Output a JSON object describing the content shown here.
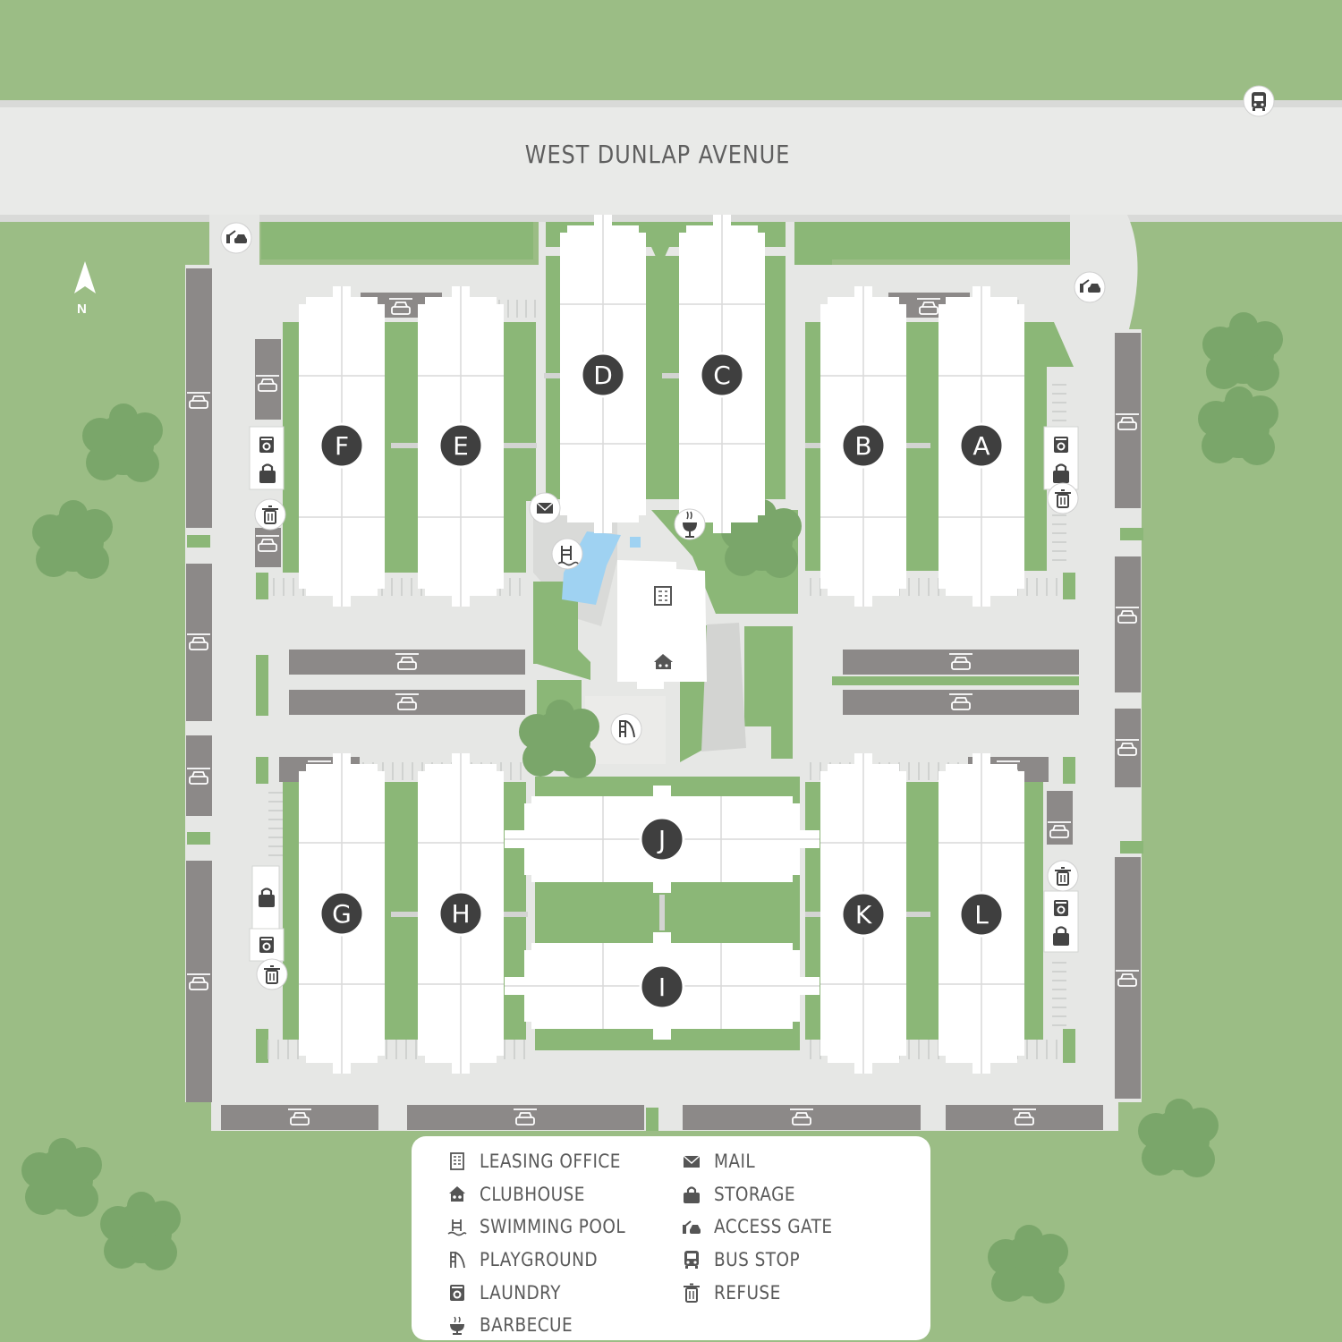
{
  "street": {
    "name": "WEST DUNLAP AVENUE"
  },
  "compass": {
    "label": "N"
  },
  "buildings": [
    {
      "label": "A"
    },
    {
      "label": "B"
    },
    {
      "label": "C"
    },
    {
      "label": "D"
    },
    {
      "label": "E"
    },
    {
      "label": "F"
    },
    {
      "label": "G"
    },
    {
      "label": "H"
    },
    {
      "label": "I"
    },
    {
      "label": "J"
    },
    {
      "label": "K"
    },
    {
      "label": "L"
    }
  ],
  "amenities": {
    "leasing_office": "leasing-office-icon",
    "clubhouse": "clubhouse-icon",
    "pool": "swimming-pool-icon",
    "playground": "playground-icon",
    "barbecue": "barbecue-icon",
    "mail": "mail-icon",
    "bus_stop": "bus-stop-icon"
  },
  "legend": {
    "left": [
      {
        "icon": "leasing-office-icon",
        "label": "LEASING OFFICE"
      },
      {
        "icon": "clubhouse-icon",
        "label": "CLUBHOUSE"
      },
      {
        "icon": "swimming-pool-icon",
        "label": "SWIMMING POOL"
      },
      {
        "icon": "playground-icon",
        "label": "PLAYGROUND"
      },
      {
        "icon": "laundry-icon",
        "label": "LAUNDRY"
      },
      {
        "icon": "barbecue-icon",
        "label": "BARBECUE"
      }
    ],
    "right": [
      {
        "icon": "mail-icon",
        "label": "MAIL"
      },
      {
        "icon": "storage-icon",
        "label": "STORAGE"
      },
      {
        "icon": "access-gate-icon",
        "label": "ACCESS GATE"
      },
      {
        "icon": "bus-stop-icon",
        "label": "BUS STOP"
      },
      {
        "icon": "refuse-icon",
        "label": "REFUSE"
      }
    ]
  },
  "colors": {
    "grass": "#9bbd85",
    "lawn": "#8bb777",
    "tree": "#7aa66a",
    "pavement": "#e6e7e5",
    "pavement_edge": "#d3d4d2",
    "building": "#ffffff",
    "garage": "#8c8988",
    "badge": "#3f3f3f",
    "pool": "#9fd2f2"
  }
}
